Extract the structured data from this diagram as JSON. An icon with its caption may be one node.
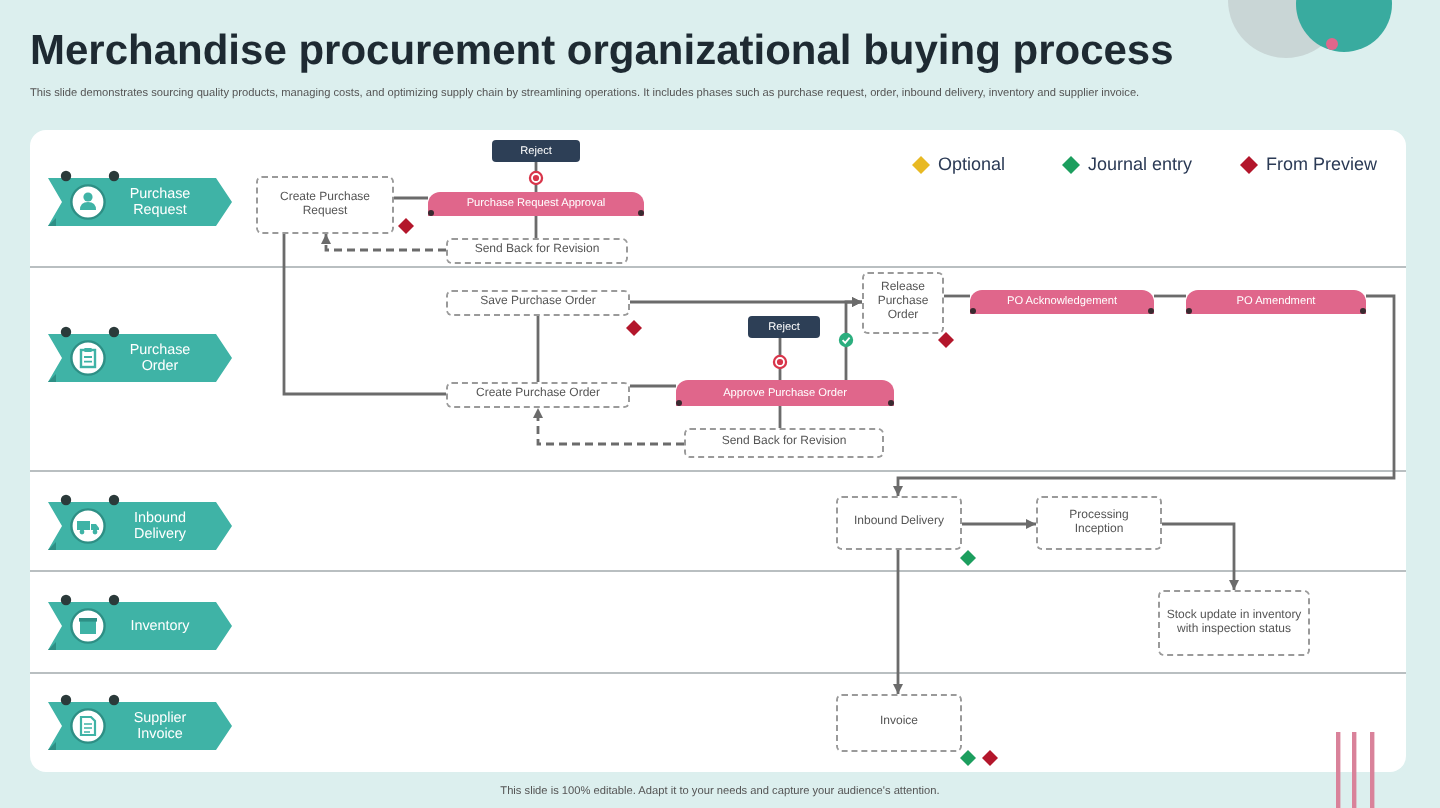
{
  "diagram": {
    "title": "Merchandise procurement organizational buying process",
    "nodes": [
      {
        "text": [
          "Purchase Request"
        ]
      },
      {
        "text": [
          "Create Purchase Request"
        ],
        "in": 0
      },
      {
        "text": [
          "Reject"
        ],
        "in": 0
      },
      {
        "text": [
          "Purchase Request Approval"
        ],
        "in": 0
      },
      {
        "text": [
          "Send Back for Revision"
        ],
        "in": 0
      },
      {
        "text": [
          "Purchase Order"
        ]
      },
      {
        "text": [
          "Save Purchase Order"
        ],
        "in": 5
      },
      {
        "text": [
          "Release Purchase Order"
        ],
        "in": 5
      },
      {
        "text": [
          "PO Acknowledgement"
        ],
        "in": 5
      },
      {
        "text": [
          "PO Amendment"
        ],
        "in": 5
      },
      {
        "text": [
          "Reject"
        ],
        "in": 5
      },
      {
        "text": [
          "Create Purchase Order"
        ],
        "in": 5
      },
      {
        "text": [
          "Approve Purchase Order"
        ],
        "in": 5
      },
      {
        "text": [
          "Send Back for Revision"
        ],
        "in": 5
      },
      {
        "text": [
          "Inbound Delivery"
        ]
      },
      {
        "text": [
          "Inbound Delivery"
        ],
        "in": 14
      },
      {
        "text": [
          "Processing Inception"
        ],
        "in": 14
      },
      {
        "text": [
          "Inventory"
        ]
      },
      {
        "text": [
          "Stock update in inventory with inspection status"
        ],
        "in": 17
      },
      {
        "text": [
          "Supplier Invoice"
        ]
      },
      {
        "text": [
          "Invoice"
        ],
        "in": 19
      }
    ],
    "edges": [
      {
        "from": 1,
        "to": 3,
        "arrow": "none"
      },
      {
        "from": 3,
        "to": 2,
        "arrow": "none"
      },
      {
        "from": 3,
        "to": 4,
        "arrow": "none"
      },
      {
        "from": 4,
        "to": 1,
        "arrow": "to",
        "style": "dashed"
      },
      {
        "from": 1,
        "to": 11,
        "arrow": "none"
      },
      {
        "from": 11,
        "to": 6,
        "arrow": "none"
      },
      {
        "from": 11,
        "to": 12,
        "arrow": "none"
      },
      {
        "from": 12,
        "to": 10,
        "arrow": "none"
      },
      {
        "from": 12,
        "to": 13,
        "arrow": "none"
      },
      {
        "from": 13,
        "to": 11,
        "arrow": "to",
        "style": "dashed"
      },
      {
        "from": 6,
        "to": 7,
        "arrow": "to"
      },
      {
        "from": 12,
        "to": 7,
        "arrow": "to"
      },
      {
        "from": 7,
        "to": 8,
        "arrow": "none"
      },
      {
        "from": 8,
        "to": 9,
        "arrow": "none"
      },
      {
        "from": 9,
        "to": 15,
        "arrow": "to"
      },
      {
        "from": 15,
        "to": 16,
        "arrow": "to"
      },
      {
        "from": 15,
        "to": 20,
        "arrow": "to"
      },
      {
        "from": 16,
        "to": 18,
        "arrow": "to"
      }
    ],
    "labels": [
      "This slide demonstrates sourcing quality products, managing costs, and optimizing supply chain by streamlining operations. It includes phases such as purchase request, order, inbound delivery, inventory and supplier invoice.",
      "This slide is 100% editable. Adapt it to your needs and capture your audience's attention."
    ],
    "legend": [
      {
        "text": "Optional",
        "color": "#e8b923"
      },
      {
        "text": "Journal entry",
        "color": "#1c9e5e"
      },
      {
        "text": "From Preview",
        "color": "#b3162b"
      }
    ]
  }
}
